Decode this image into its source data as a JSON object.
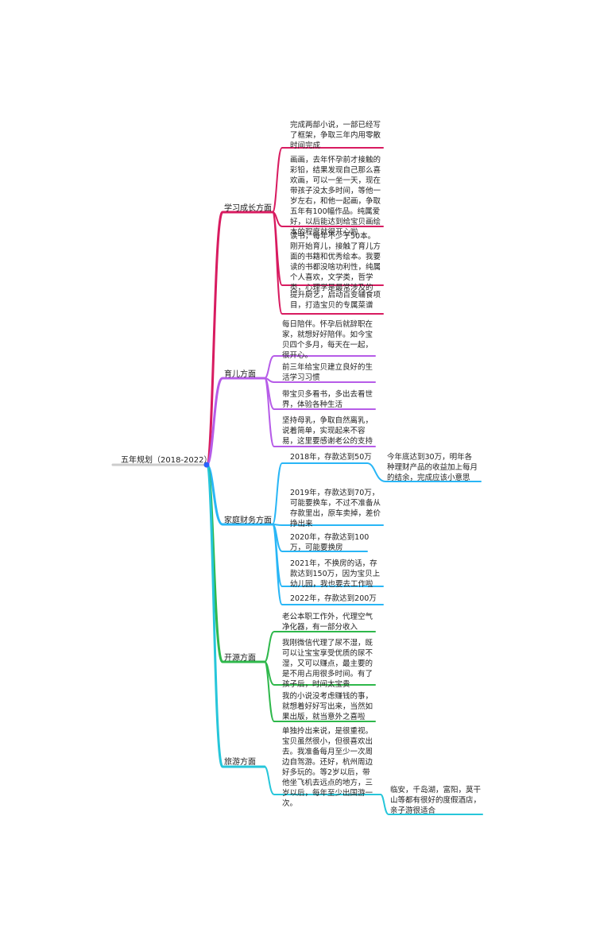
{
  "root": {
    "label": "五年规划（2018-2022）"
  },
  "colors": {
    "root": "#cccccc",
    "study": "#d81b60",
    "parenting": "#b65ce8",
    "finance": "#29b6f6",
    "income": "#2eb84b",
    "travel": "#26c6da",
    "root_dot": "#2962ff"
  },
  "branches": [
    {
      "label": "学习成长方面",
      "items": [
        "完成两部小说，一部已经写\n了框架，争取三年内用零散\n时间完成",
        "画画，去年怀孕前才接触的\n彩铅，结果发现自己那么喜\n欢画，可以一坐一天，现在\n带孩子没太多时间，等他一\n岁左右，和他一起画，争取\n五年有100幅作品。纯属爱\n好，以后能达到给宝贝画绘\n本的程度就很开心啦",
        "读书，每年不少于50本。\n刚开始育儿，接触了育儿方\n面的书籍和优秀绘本。我要\n读的书都没啥功利性，纯属\n个人喜欢，文学类，哲学\n类，心理学是最常涉及的",
        "提升厨艺，启动百变辅食项\n目，打造宝贝的专属菜谱"
      ]
    },
    {
      "label": "育儿方面",
      "items": [
        "每日陪伴。怀孕后就辞职在\n家，就想好好陪伴。如今宝\n贝四个多月，每天在一起，\n很开心。",
        "前三年给宝贝建立良好的生\n活学习习惯",
        "带宝贝多看书，多出去看世\n界，体验各种生活",
        "坚持母乳，争取自然离乳，\n说着简单，实现起来不容\n易，这里要感谢老公的支持"
      ]
    },
    {
      "label": "家庭财务方面",
      "items": [
        "2018年，存款达到50万",
        "2019年，存款达到70万，\n可能要换车，不过不准备从\n存款里出，原车卖掉，差价\n挣出来",
        "2020年，存款达到100\n万，可能要换房",
        "2021年，不换房的话，存\n款达到150万，因为宝贝上\n幼儿园，我也要去工作啦",
        "2022年，存款达到200万"
      ],
      "sub": "今年底达到30万，明年各\n种理财产品的收益加上每月\n的结余，完成应该小意思"
    },
    {
      "label": "开源方面",
      "items": [
        "老公本职工作外，代理空气\n净化器，有一部分收入",
        "我刚微信代理了尿不湿，既\n可以让宝宝享受优质的尿不\n湿，又可以赚点，最主要的\n是不用占用很多时间。有了\n孩子后，时间太宝贵",
        "我的小说没考虑赚钱的事，\n就想着好好写出来，当然如\n果出版，就当意外之喜啦"
      ]
    },
    {
      "label": "旅游方面",
      "items": [
        "单独拎出来说，是很重视。\n宝贝虽然很小，但很喜欢出\n去。我准备每月至少一次周\n边自驾游。还好，杭州周边\n好多玩的。等2岁以后，带\n他坐飞机去远点的地方，三\n岁以后，每年至少出国游一\n次。"
      ],
      "sub": "临安，千岛湖，富阳，莫干\n山等都有很好的度假酒店，\n亲子游很适合"
    }
  ]
}
